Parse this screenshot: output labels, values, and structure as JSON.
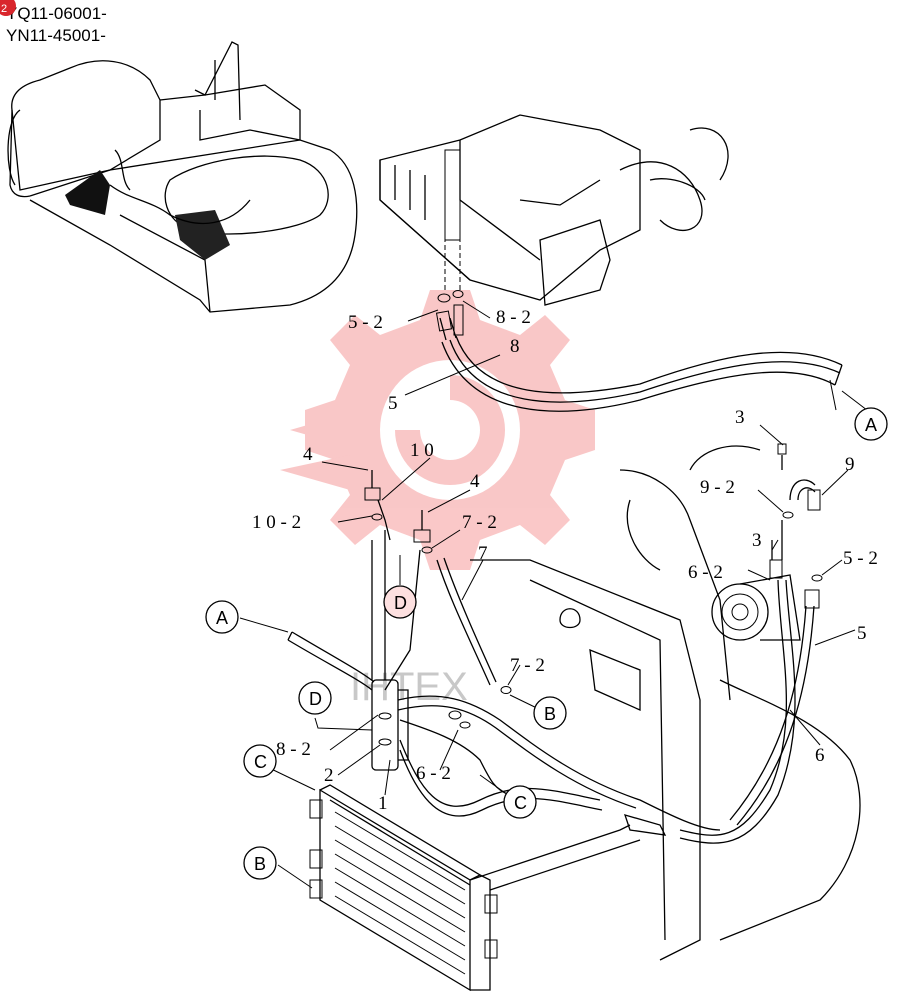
{
  "header": {
    "serial_1": "YQ11-06001-",
    "serial_2": "YN11-45001-",
    "badge": "2"
  },
  "watermark": {
    "text": "IHTEX",
    "color": "#f5a3a3"
  },
  "callouts": {
    "A": "A",
    "B": "B",
    "C": "C",
    "D": "D"
  },
  "part_labels": {
    "p1": "1",
    "p2": "2",
    "p3": "3",
    "p4": "4",
    "p5": "5",
    "p6": "6",
    "p7": "7",
    "p8": "8",
    "p9": "9",
    "p10": "1 0",
    "p5_2": "5 - 2",
    "p6_2": "6 - 2",
    "p7_2": "7 - 2",
    "p8_2": "8 - 2",
    "p9_2": "9 - 2",
    "p10_2": "1 0 - 2"
  }
}
